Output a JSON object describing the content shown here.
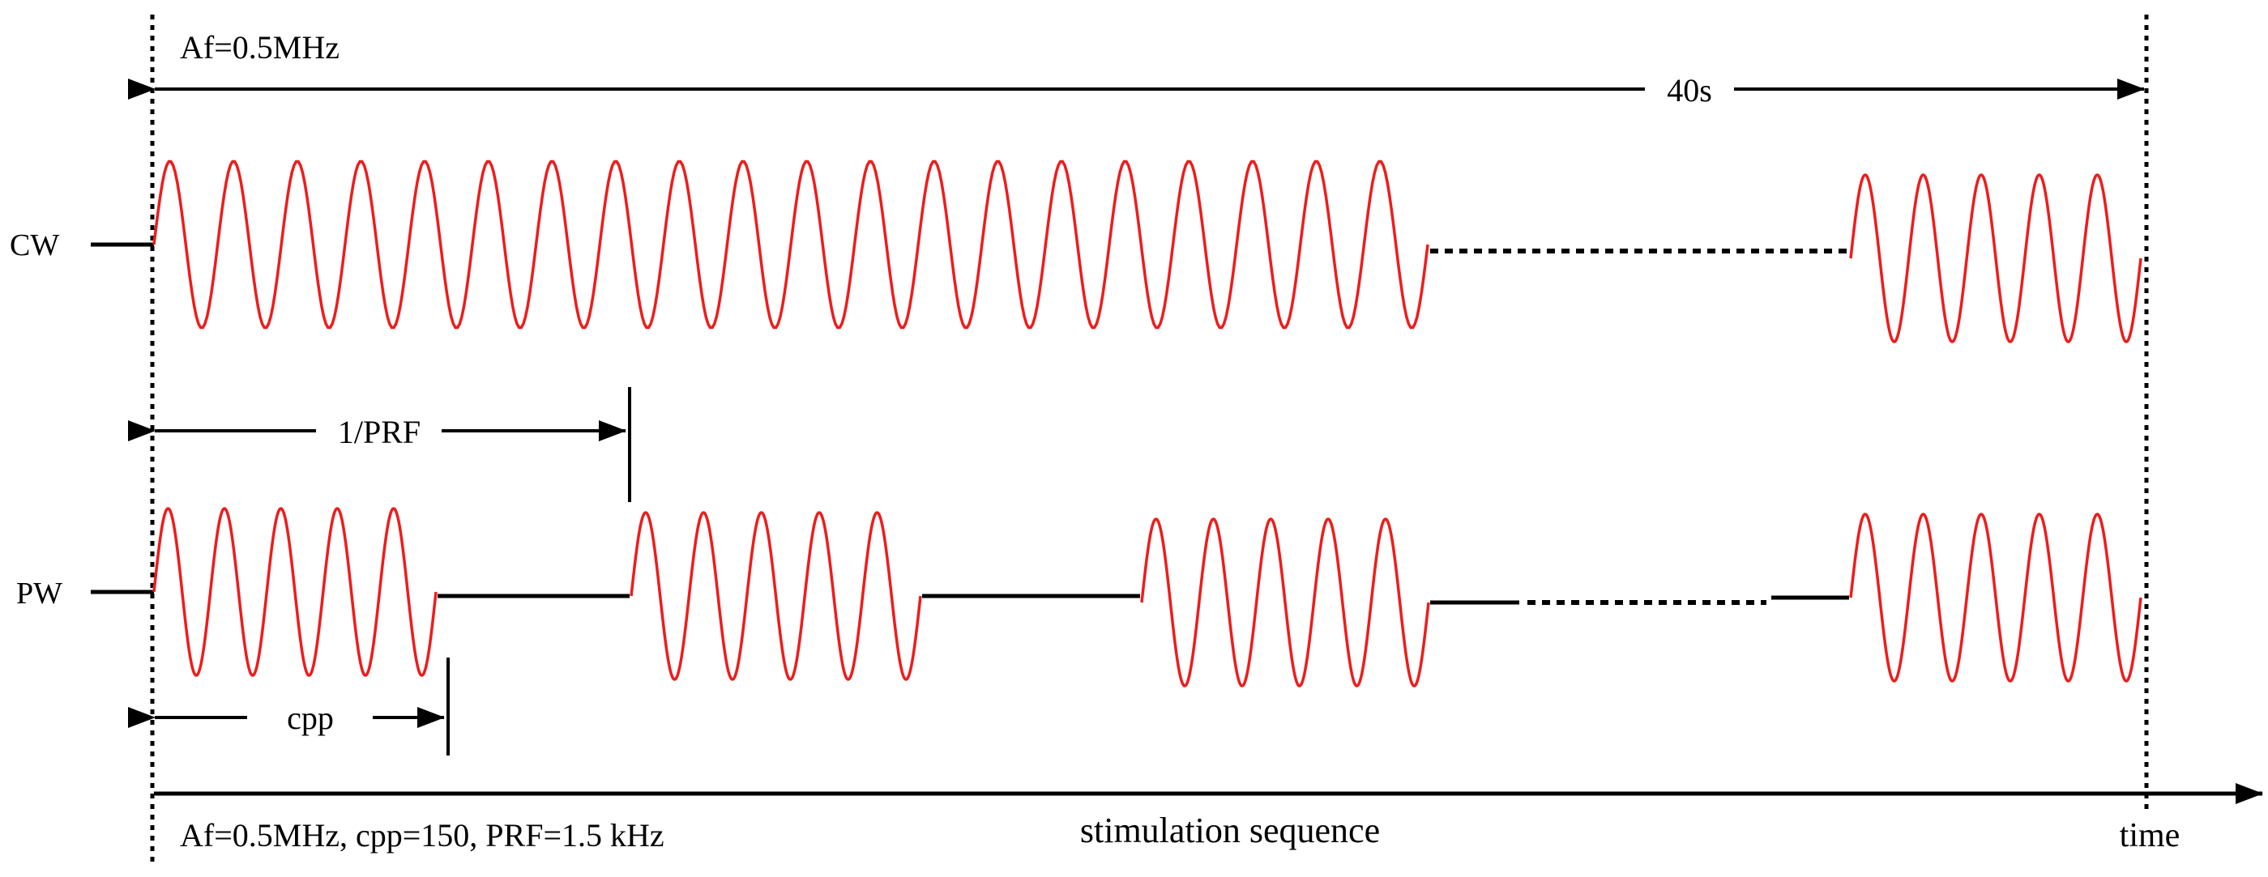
{
  "labels": {
    "top_af": "Af=0.5MHz",
    "duration": "40s",
    "cw": "CW",
    "pw": "PW",
    "prf_period": "1/PRF",
    "cpp": "cpp",
    "bottom_params": "Af=0.5MHz, cpp=150, PRF=1.5 kHz",
    "axis_title": "stimulation sequence",
    "time": "time"
  },
  "colors": {
    "wave": "#ee1c1c",
    "line": "#000000"
  },
  "waves": {
    "cw": {
      "segments": [
        {
          "cycles": 20
        },
        {
          "cycles": 5
        }
      ]
    },
    "pw": {
      "bursts": [
        {
          "cycles": 5
        },
        {
          "cycles": 5
        },
        {
          "cycles": 5
        },
        {
          "cycles": 5
        }
      ]
    }
  }
}
